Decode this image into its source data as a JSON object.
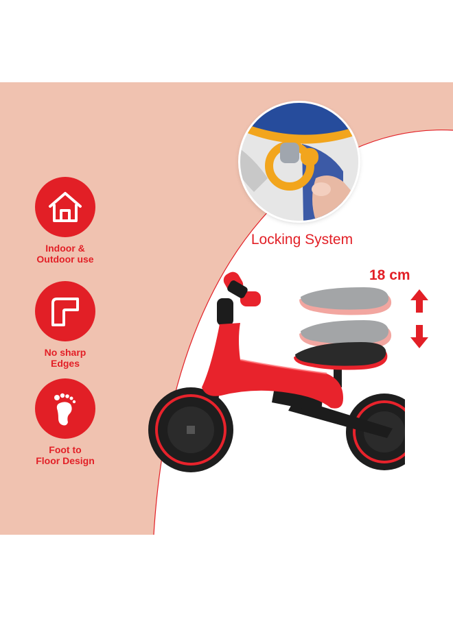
{
  "features": [
    {
      "icon": "house-icon",
      "label_line1": "Indoor &",
      "label_line2": "Outdoor use"
    },
    {
      "icon": "corner-icon",
      "label_line1": "No sharp",
      "label_line2": "Edges"
    },
    {
      "icon": "footprint-icon",
      "label_line1": "Foot to",
      "label_line2": "Floor Design"
    }
  ],
  "locking": {
    "caption": "Locking System"
  },
  "seat": {
    "height_label": "18 cm"
  },
  "colors": {
    "accent": "#e21f26",
    "background": "#f0c2b0",
    "frame": "#e8232c",
    "tire": "#1e1e1e"
  }
}
